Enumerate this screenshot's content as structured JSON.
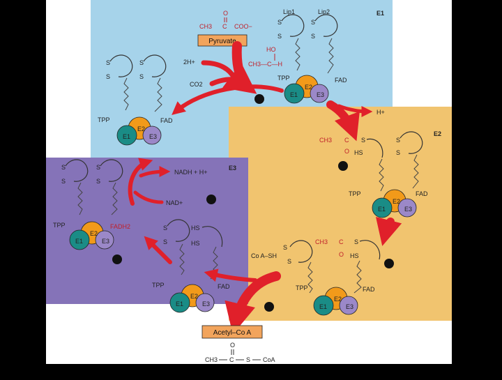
{
  "panels": {
    "e1_label": "E1",
    "e2_label": "E2",
    "e3_label": "E3"
  },
  "top": {
    "pyruvate_formula_ch3": "CH3",
    "pyruvate_formula_c": "C",
    "pyruvate_formula_coo": "COO−",
    "pyruvate_o": "O",
    "pyruvate_box": "Pyruvate",
    "lip1": "Lip1",
    "lip2": "Lip2",
    "two_h": "2H+",
    "co2": "CO2",
    "ho": "HO",
    "ch3_c_h": "CH3—C—H",
    "h_plus": "H+"
  },
  "complex_labels": {
    "tpp": "TPP",
    "fad": "FAD",
    "fadh2": "FADH2",
    "e1": "E1",
    "e2": "E2",
    "e3": "E3"
  },
  "e2_panel": {
    "acyl_ch3": "CH3",
    "acyl_c": "C",
    "s": "S",
    "hs": "HS",
    "o": "O",
    "coash": "Co A–SH"
  },
  "e3_panel": {
    "nadh": "NADH + H+",
    "nad": "NAD+"
  },
  "bottom": {
    "acetyl_box": "Acetyl–Co A",
    "o": "O",
    "formula_ch3": "CH3",
    "formula_c": "C",
    "formula_s": "S",
    "formula_coa": "CoA"
  },
  "colors": {
    "e1_panel": "#a6d3ea",
    "e2_panel": "#f1c46f",
    "e3_panel": "#8573b8",
    "arrow_red": "#e0202a",
    "box_orange": "#f2a45c",
    "enzyme_e1": "#1a8c86",
    "enzyme_e2": "#f29a1a",
    "enzyme_e3": "#9b88c8"
  }
}
